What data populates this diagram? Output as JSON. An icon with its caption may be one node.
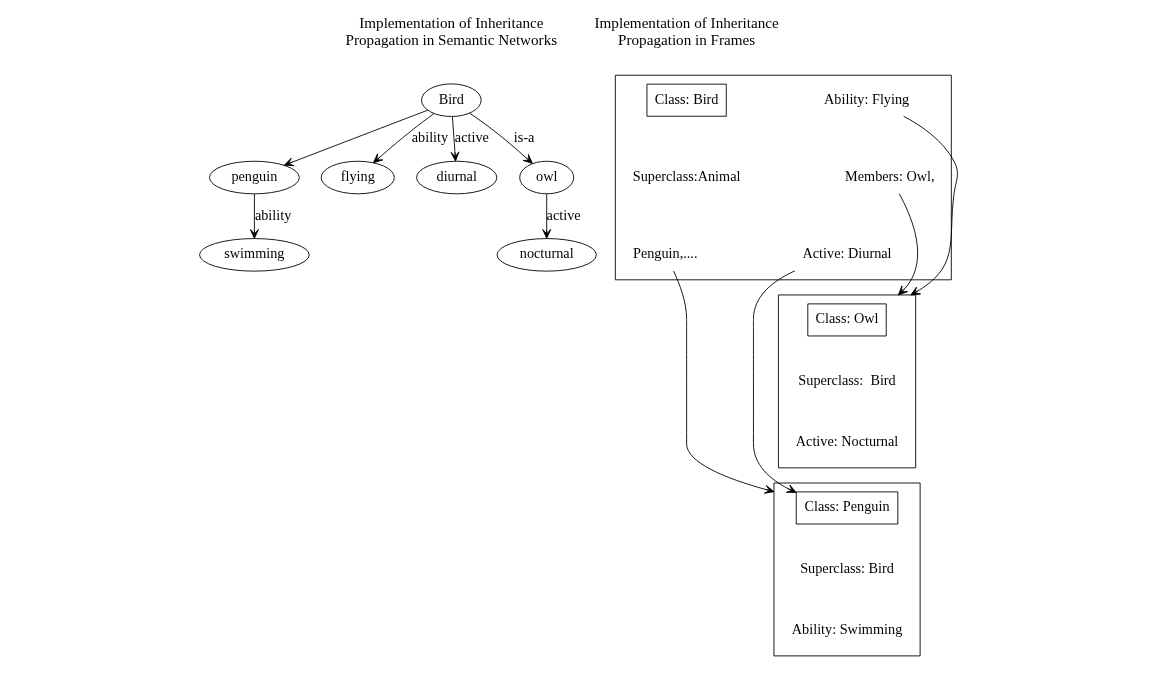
{
  "diagram": {
    "nodes": [
      {
        "text": [
          "Bird"
        ]
      },
      {
        "text": [
          "diurnal"
        ]
      },
      {
        "text": [
          "flying"
        ]
      },
      {
        "text": [
          "owl"
        ]
      },
      {
        "text": [
          "penguin"
        ]
      },
      {
        "text": [
          "nocturnal"
        ]
      },
      {
        "text": [
          "swimming"
        ]
      },
      {
        "text": [],
        "shape": "box"
      },
      {
        "text": [
          "Class: Bird"
        ],
        "in": 7
      },
      {
        "text": [
          "Superclass:Animal"
        ],
        "in": 7
      },
      {
        "text": [
          "Active: Diurnal"
        ],
        "in": 7
      },
      {
        "text": [
          "Ability: Flying"
        ],
        "in": 7
      },
      {
        "text": [
          "Members: Owl,"
        ],
        "in": 7
      },
      {
        "text": [
          "Penguin,...."
        ],
        "in": 7
      },
      {
        "text": [],
        "shape": "box"
      },
      {
        "text": [
          "Class: Owl"
        ],
        "in": 14
      },
      {
        "text": [
          "Superclass:  Bird"
        ],
        "in": 14
      },
      {
        "text": [
          "Active: Nocturnal"
        ],
        "in": 14
      },
      {
        "text": [],
        "shape": "box"
      },
      {
        "text": [
          "Class: Penguin"
        ],
        "in": 18
      },
      {
        "text": [
          "Superclass: Bird"
        ],
        "in": 18
      },
      {
        "text": [
          "Ability: Swimming"
        ],
        "in": 18
      }
    ],
    "edges": [
      {
        "from": 0,
        "to": 1,
        "arrow": "to",
        "label": "active"
      },
      {
        "from": 0,
        "to": 2,
        "arrow": "to",
        "label": "ability"
      },
      {
        "from": 0,
        "to": 3,
        "arrow": "to",
        "label": "is-a"
      },
      {
        "from": 0,
        "to": 4,
        "arrow": "to"
      },
      {
        "from": 3,
        "to": 5,
        "arrow": "to",
        "label": "active"
      },
      {
        "from": 4,
        "to": 6,
        "arrow": "to",
        "label": "ability"
      },
      {
        "from": 12,
        "to": 14,
        "arrow": "to"
      },
      {
        "from": 11,
        "to": 14,
        "arrow": "to"
      },
      {
        "from": 10,
        "to": 19,
        "arrow": "to"
      },
      {
        "from": 13,
        "to": 18,
        "arrow": "to"
      }
    ],
    "labels": [
      "Implementation of Inheritance Propagation in Semantic Networks",
      "Implementation of Inheritance Propagation in Frames"
    ]
  }
}
